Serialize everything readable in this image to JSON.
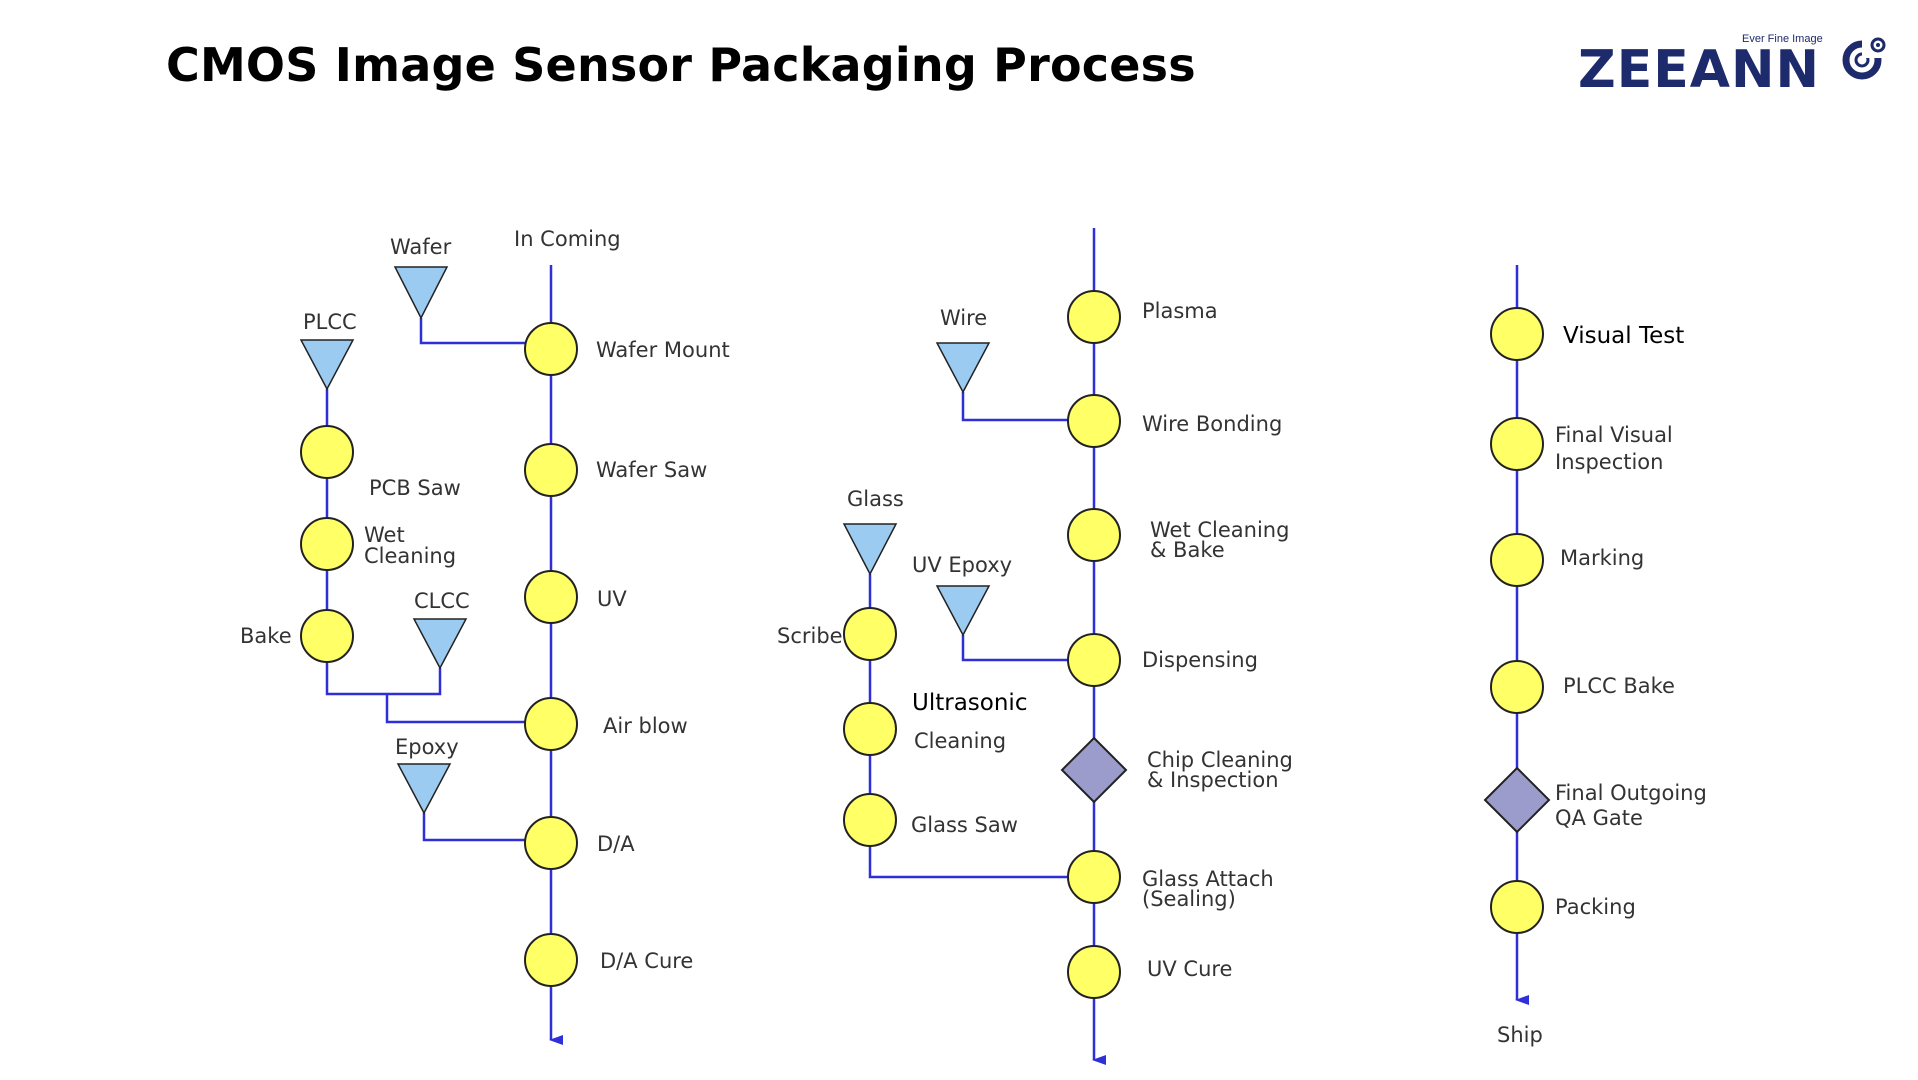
{
  "page": {
    "title": "CMOS Image Sensor Packaging Process",
    "logo": {
      "text": "ZEEANN",
      "tagline": "Ever Fine Image"
    }
  },
  "colors": {
    "line": "#2f2fd9",
    "step_fill": "#ffff66",
    "input_fill": "#9ccbf2",
    "gate_fill": "#9b9bcc",
    "logo": "#1d2a6b",
    "label": "#333333"
  },
  "flow_1": {
    "top_label": "In Coming",
    "inputs": {
      "wafer": "Wafer",
      "plcc": "PLCC",
      "clcc": "CLCC",
      "epoxy": "Epoxy"
    },
    "steps": {
      "wafer_mount": "Wafer Mount",
      "wafer_saw": "Wafer Saw",
      "uv": "UV",
      "air_blow": "Air blow",
      "da": "D/A",
      "da_cure": "D/A Cure",
      "pcb_saw": "PCB Saw",
      "wet_cleaning_line1": "Wet",
      "wet_cleaning_line2": "Cleaning",
      "bake": "Bake"
    }
  },
  "flow_2": {
    "inputs": {
      "wire": "Wire",
      "glass": "Glass",
      "uv_epoxy": "UV Epoxy"
    },
    "steps": {
      "plasma": "Plasma",
      "wire_bonding": "Wire Bonding",
      "wet_cleaning_bake_line1": "Wet Cleaning",
      "wet_cleaning_bake_line2": "& Bake",
      "dispensing": "Dispensing",
      "chip_cleaning_line1": "Chip Cleaning",
      "chip_cleaning_line2": "& Inspection",
      "glass_attach_line1": "Glass Attach",
      "glass_attach_line2": "(Sealing)",
      "uv_cure": "UV Cure",
      "scribe": "Scribe",
      "ultrasonic_line1": "Ultrasonic",
      "ultrasonic_line2": "Cleaning",
      "glass_saw": "Glass Saw"
    }
  },
  "flow_3": {
    "steps": {
      "visual_test": "Visual Test",
      "final_visual_line1": "Final Visual",
      "final_visual_line2": "Inspection",
      "marking": "Marking",
      "plcc_bake": "PLCC Bake",
      "final_outgoing_line1": "Final Outgoing",
      "final_outgoing_line2": "QA Gate",
      "packing": "Packing"
    },
    "end_label": "Ship"
  }
}
